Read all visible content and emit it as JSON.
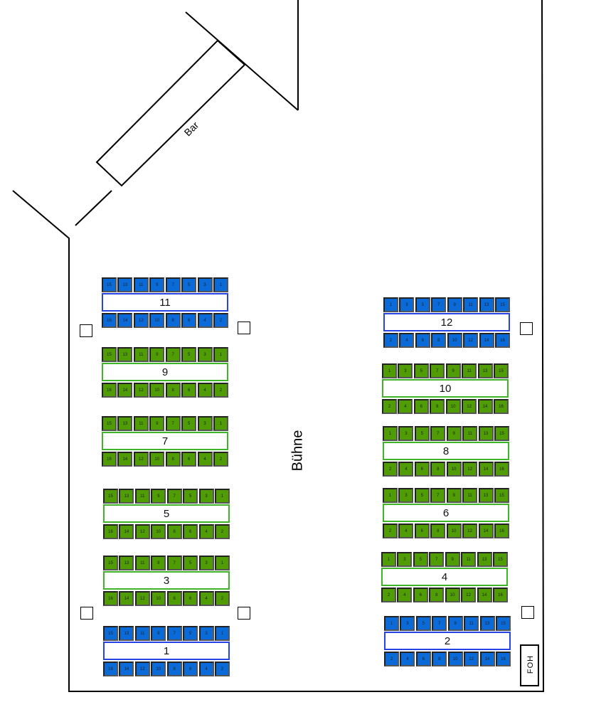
{
  "labels": {
    "bar": "Bar",
    "stage": "Bühne",
    "foh": "FOH"
  },
  "colors": {
    "blue": "#0a6ad8",
    "green": "#4f9c05"
  },
  "seat_numbers": {
    "left": {
      "top": [
        "15",
        "13",
        "11",
        "9",
        "7",
        "5",
        "3",
        "1"
      ],
      "bottom": [
        "16",
        "14",
        "12",
        "10",
        "8",
        "6",
        "4",
        "2"
      ]
    },
    "right": {
      "top": [
        "1",
        "3",
        "5",
        "7",
        "9",
        "11",
        "13",
        "15"
      ],
      "bottom": [
        "2",
        "4",
        "6",
        "8",
        "10",
        "12",
        "14",
        "16"
      ]
    }
  },
  "tables": [
    {
      "number": "11",
      "side": "left",
      "color": "blue"
    },
    {
      "number": "9",
      "side": "left",
      "color": "green"
    },
    {
      "number": "7",
      "side": "left",
      "color": "green"
    },
    {
      "number": "5",
      "side": "left",
      "color": "green"
    },
    {
      "number": "3",
      "side": "left",
      "color": "green"
    },
    {
      "number": "1",
      "side": "left",
      "color": "blue"
    },
    {
      "number": "12",
      "side": "right",
      "color": "blue"
    },
    {
      "number": "10",
      "side": "right",
      "color": "green"
    },
    {
      "number": "8",
      "side": "right",
      "color": "green"
    },
    {
      "number": "6",
      "side": "right",
      "color": "green"
    },
    {
      "number": "4",
      "side": "right",
      "color": "green"
    },
    {
      "number": "2",
      "side": "right",
      "color": "blue"
    }
  ]
}
